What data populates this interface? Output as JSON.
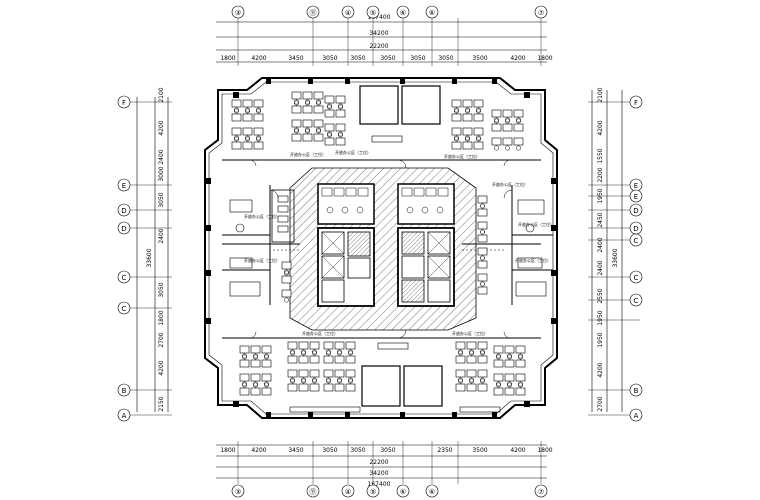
{
  "axes_top": [
    "③",
    "⑪",
    "④",
    "⑤",
    "⑥",
    "⑥",
    "⑦"
  ],
  "axes_bottom": [
    "③",
    "⑪",
    "④",
    "⑤",
    "⑥",
    "⑥",
    "⑦"
  ],
  "axes_left": [
    "F",
    "E",
    "D",
    "D",
    "C",
    "C",
    "B",
    "A"
  ],
  "axes_right": [
    "F",
    "E",
    "E",
    "D",
    "D",
    "C",
    "C",
    "C",
    "B",
    "A"
  ],
  "dims_top": {
    "overall": "167400",
    "total": "34200",
    "core": "22200",
    "segments": [
      "1800",
      "4200",
      "3450",
      "3050",
      "3050",
      "3050",
      "3050",
      "3050",
      "3500",
      "4200",
      "1800"
    ]
  },
  "dims_bottom": {
    "overall": "167400",
    "total": "34200",
    "core": "22200",
    "segments": [
      "1800",
      "4200",
      "3450",
      "3050",
      "3050",
      "3050",
      "2350",
      "3500",
      "4200",
      "1800"
    ]
  },
  "dims_left": {
    "total": "33600",
    "segments": [
      "2100",
      "4200",
      "2400",
      "3000",
      "3050",
      "2400",
      "3050",
      "1800",
      "2700",
      "4200",
      "2150"
    ]
  },
  "dims_right": {
    "total": "33600",
    "segments": [
      "2100",
      "4200",
      "1550",
      "2200",
      "1950",
      "2450",
      "2400",
      "2400",
      "2550",
      "1950",
      "1950",
      "4200",
      "2700"
    ]
  },
  "room_labels": [
    "开放办公区（工位）",
    "开放办公区（工位）",
    "开放办公区（工位）",
    "开放办公区（工位）",
    "开放办公区（工位）",
    "开放办公区（工位）",
    "开放办公区（工位）",
    "开放办公区（工位）",
    "开放办公区（工位）",
    "开放办公区（工位）"
  ]
}
